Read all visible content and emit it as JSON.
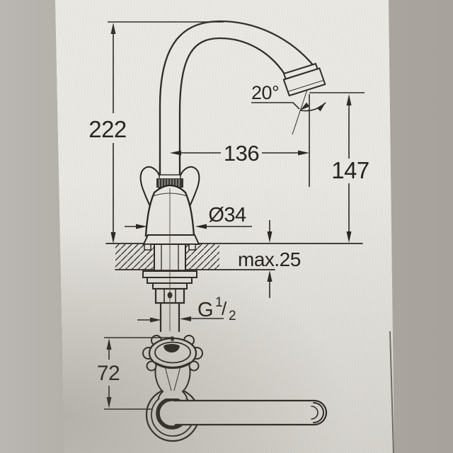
{
  "drawing": {
    "dims": {
      "overall_height": "222",
      "spout_reach": "136",
      "outlet_height": "147",
      "outlet_angle": "20°",
      "body_diameter": "Ø34",
      "max_deck_thickness": "max.25",
      "handle_height": "72",
      "thread": {
        "prefix": "G",
        "numerator": "1",
        "slash": "/",
        "denominator": "2"
      }
    },
    "colors": {
      "ink": "#2a2722",
      "paper": "#e9e7e1",
      "backdrop": "#aeaaa3"
    }
  }
}
